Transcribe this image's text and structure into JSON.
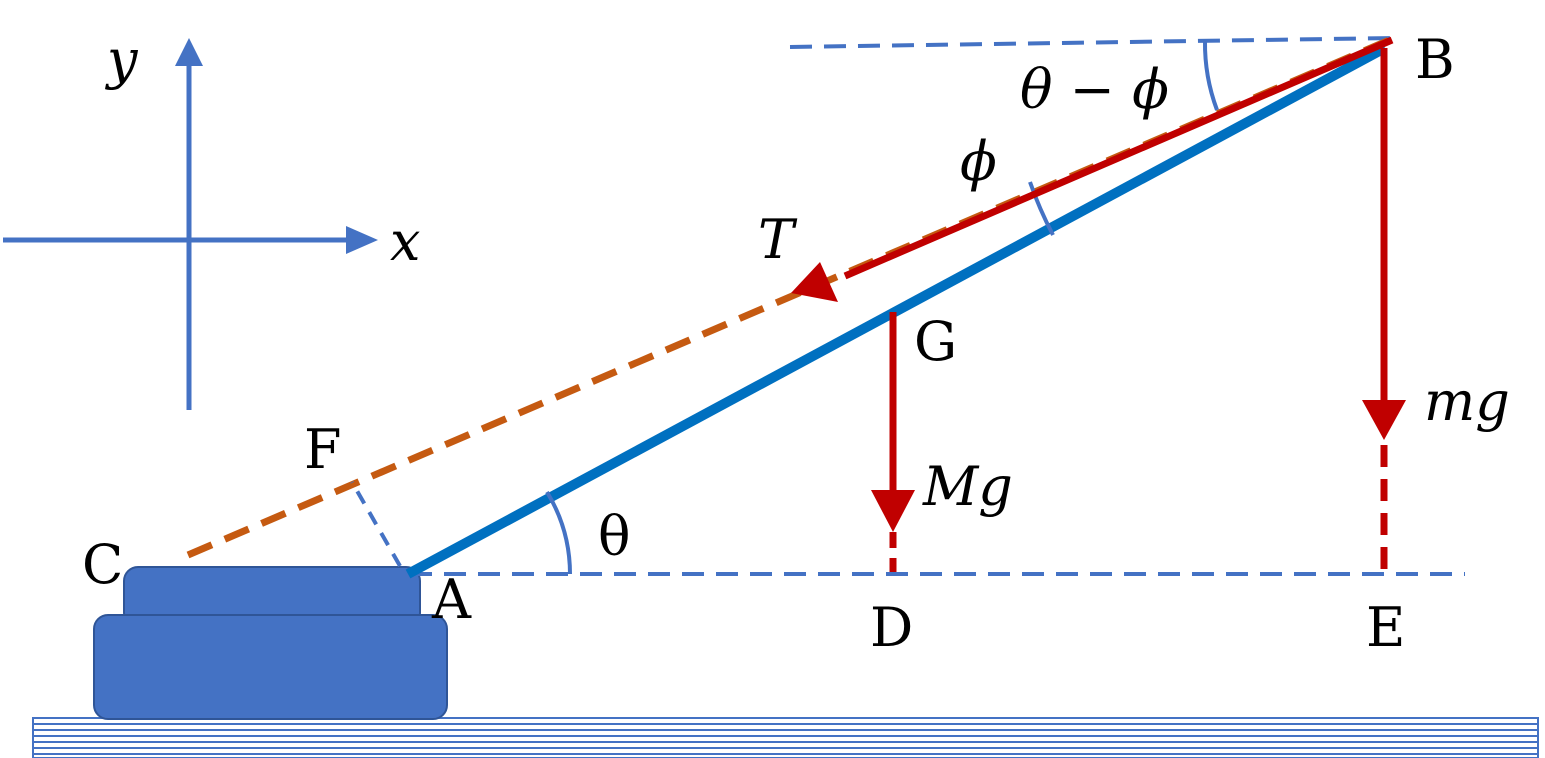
{
  "axes": {
    "x_label": "x",
    "y_label": "y"
  },
  "points": {
    "A": "A",
    "B": "B",
    "C": "C",
    "D": "D",
    "E": "E",
    "F": "F",
    "G": "G"
  },
  "angles": {
    "theta": "θ",
    "phi": "ϕ",
    "theta_minus_phi": "θ − ϕ"
  },
  "forces": {
    "tension": "T",
    "beam_weight": "Mg",
    "load_weight": "mg"
  },
  "colors": {
    "beam": "#0070C0",
    "force": "#C00000",
    "cable": "#C55A11",
    "guide": "#4472C4",
    "base": "#4472C4"
  }
}
